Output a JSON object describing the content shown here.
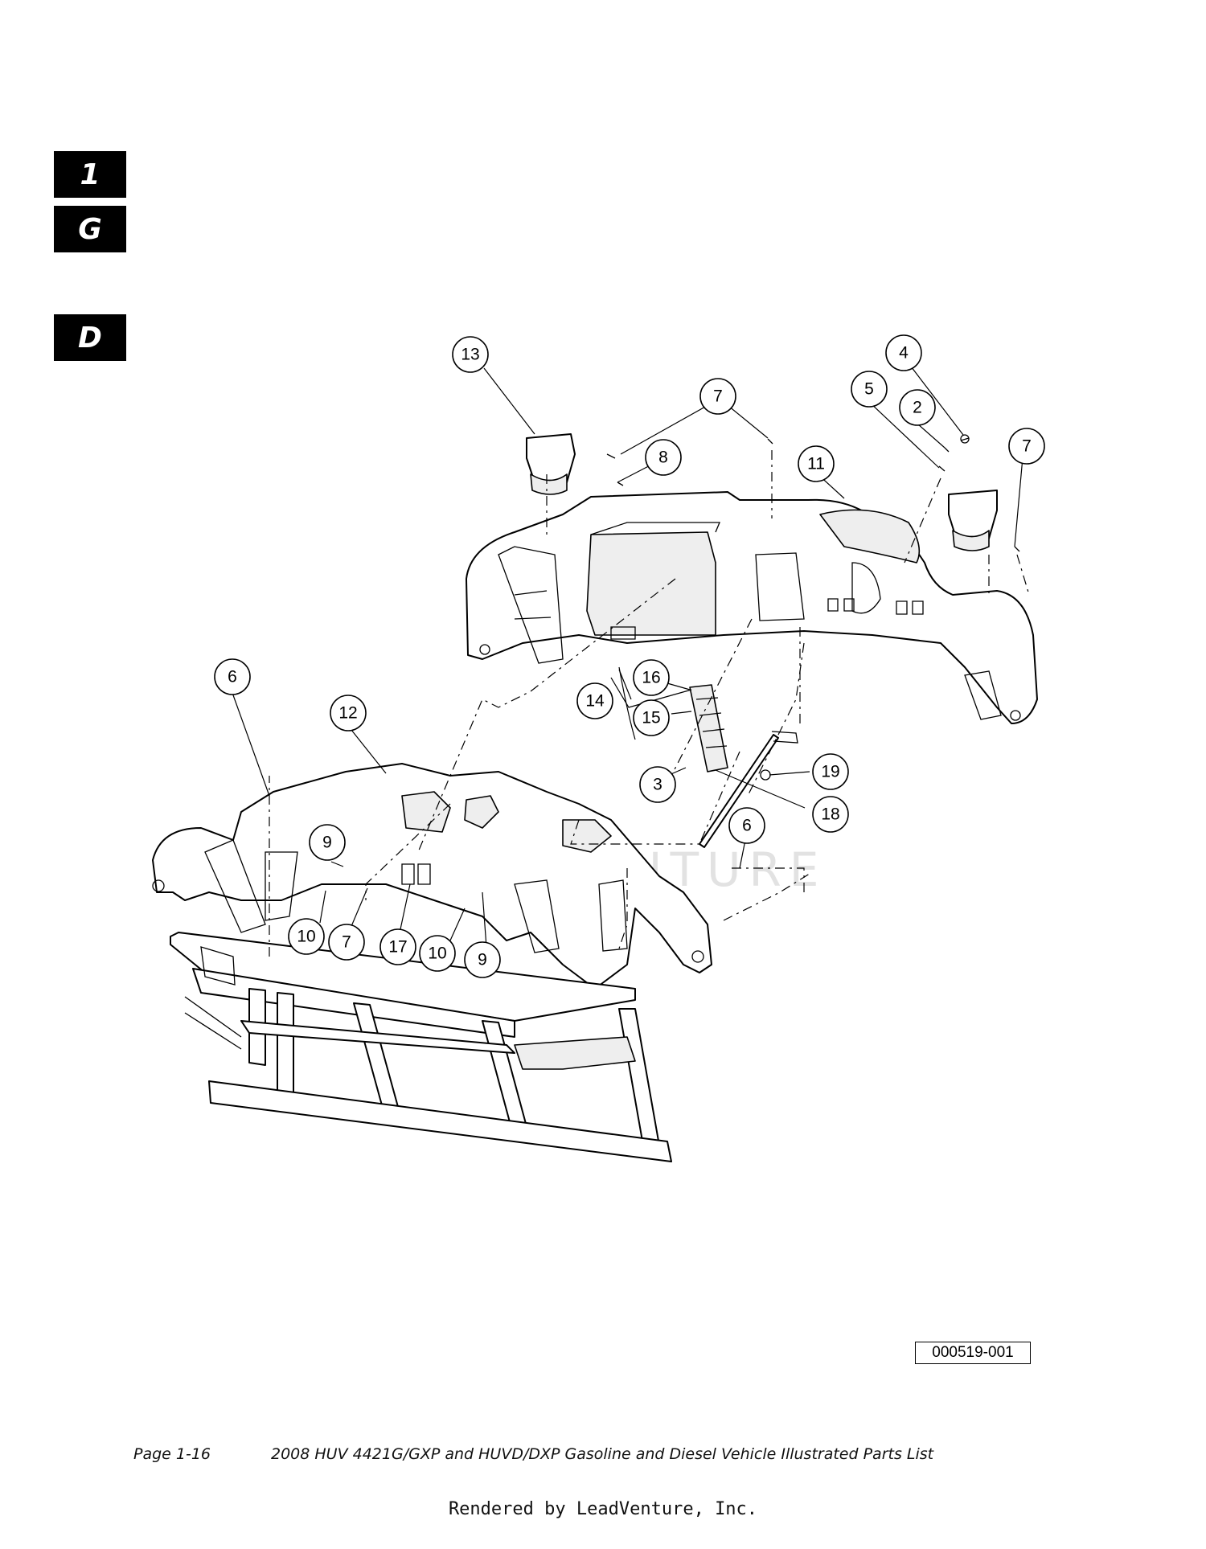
{
  "section_tabs": [
    "1",
    "G",
    "D"
  ],
  "callouts": [
    "13",
    "7",
    "8",
    "11",
    "5",
    "2",
    "4",
    "7",
    "6",
    "12",
    "16",
    "14",
    "15",
    "3",
    "19",
    "18",
    "6",
    "9",
    "10",
    "7",
    "17",
    "10",
    "9"
  ],
  "watermark": "LEADVENTURE",
  "drawing_number": "000519-001",
  "footer": {
    "page": "Page 1-16",
    "title": "2008 HUV 4421G/GXP and HUVD/DXP Gasoline and Diesel Vehicle Illustrated Parts List"
  },
  "rendered_by": "Rendered by LeadVenture, Inc."
}
